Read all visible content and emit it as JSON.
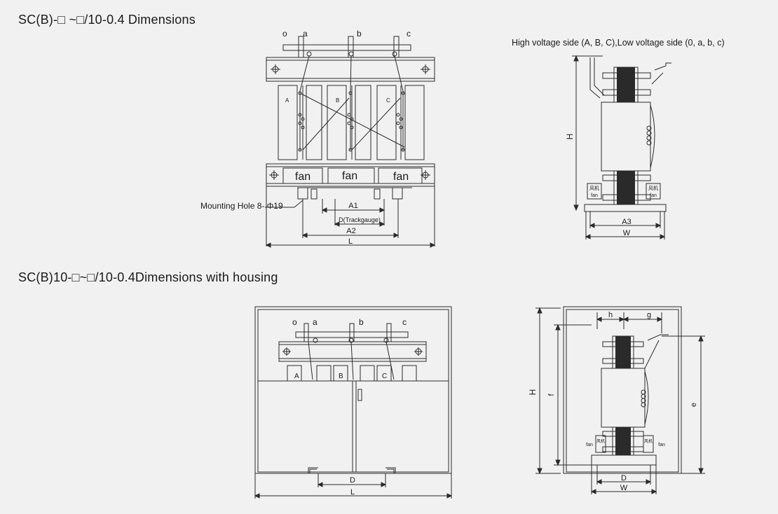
{
  "titles": {
    "section1": "SC(B)-□ ~□/10-0.4 Dimensions",
    "section2": "SC(B)10-□~□/10-0.4Dimensions with housing"
  },
  "notes": {
    "voltage_sides": "High voltage side (A, B, C),Low voltage side (0, a, b, c)",
    "mounting_hole": "Mounting Hole 8- Φ19"
  },
  "terminals": {
    "o": "o",
    "a": "a",
    "b": "b",
    "c": "c"
  },
  "coils": {
    "A": "A",
    "B": "B",
    "C": "C"
  },
  "fan_label": "fan",
  "fan_cn": "风机",
  "dims": {
    "A1": "A1",
    "D_track": "D(Trackgauge)",
    "A2": "A2",
    "L": "L",
    "H": "H",
    "A3": "A3",
    "W": "W",
    "D": "D",
    "h": "h",
    "g": "g",
    "f": "f",
    "e": "e"
  },
  "colors": {
    "background": "#f1f1f1",
    "line": "#2a2a2a",
    "text": "#1a1a1a"
  }
}
